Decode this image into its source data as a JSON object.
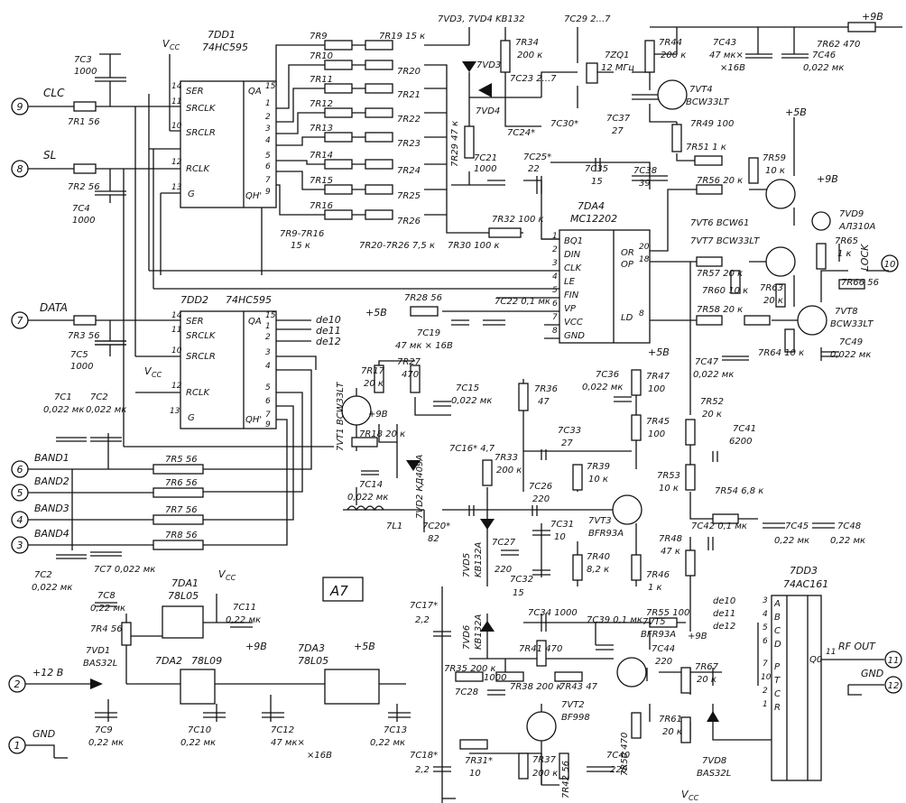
{
  "title": "A7",
  "connectors": [
    {
      "num": "9",
      "name": "CLC"
    },
    {
      "num": "8",
      "name": "SL"
    },
    {
      "num": "7",
      "name": "DATA"
    },
    {
      "num": "6",
      "name": "BAND1"
    },
    {
      "num": "5",
      "name": "BAND2"
    },
    {
      "num": "4",
      "name": "BAND3"
    },
    {
      "num": "3",
      "name": "BAND4"
    },
    {
      "num": "2",
      "name": "+12 В"
    },
    {
      "num": "1",
      "name": "GND"
    },
    {
      "num": "10",
      "name": "LOCK"
    },
    {
      "num": "11",
      "name": "RF OUT"
    },
    {
      "num": "12",
      "name": "GND"
    }
  ],
  "ics": {
    "dd1": {
      "ref": "7DD1",
      "type": "74HC595",
      "pins_left": [
        "SER",
        "SRCLK",
        "SRCLR",
        "RCLK",
        "G"
      ],
      "pin_nums_left": [
        "14",
        "11",
        "10",
        "12",
        "13"
      ],
      "pins_right": [
        "QA",
        "QH'"
      ],
      "pin_nums_right": [
        "15",
        "1",
        "2",
        "3",
        "4",
        "5",
        "6",
        "7",
        "9"
      ]
    },
    "dd2": {
      "ref": "7DD2",
      "type": "74HC595",
      "pins_left": [
        "SER",
        "SRCLK",
        "SRCLR",
        "RCLK",
        "G"
      ],
      "pin_nums_left": [
        "14",
        "11",
        "10",
        "12",
        "13"
      ],
      "pins_right": [
        "QA",
        "QH'"
      ],
      "pin_nums_right": [
        "15",
        "1",
        "2",
        "3",
        "4",
        "5",
        "6",
        "7",
        "9"
      ]
    },
    "da4": {
      "ref": "7DA4",
      "type": "MC12202",
      "pins_left": [
        "BQ1",
        "DIN",
        "CLK",
        "LE",
        "FIN",
        "VP",
        "VCC",
        "GND"
      ],
      "pin_nums_left": [
        "1",
        "2",
        "3",
        "4",
        "5",
        "6",
        "7",
        "8"
      ],
      "pins_right": [
        "OR",
        "OP",
        "LD"
      ],
      "pin_nums_right": [
        "20",
        "18",
        "8"
      ]
    },
    "dd3": {
      "ref": "7DD3",
      "type": "74AC161",
      "pins_left": [
        "A",
        "B",
        "C",
        "D",
        "P",
        "T",
        "C",
        "R"
      ],
      "pin_nums_left": [
        "3",
        "4",
        "5",
        "6",
        "7",
        "10",
        "2",
        "1"
      ],
      "pins_right": [
        "Q0"
      ],
      "pin_nums_right": [
        "11"
      ]
    }
  },
  "regulators": [
    {
      "ref": "7DA1",
      "type": "78L05"
    },
    {
      "ref": "7DA2",
      "type": "78L09"
    },
    {
      "ref": "7DA3",
      "type": "78L05"
    }
  ],
  "rails": {
    "vcc": "V",
    "vcc_sub": "CC",
    "p9": "+9В",
    "p5": "+5В"
  },
  "outputs": [
    "de10",
    "de11",
    "de12"
  ],
  "labels": {
    "c3": [
      "7C3",
      "1000"
    ],
    "c4": [
      "7C4",
      "1000"
    ],
    "c5": [
      "7C5",
      "1000"
    ],
    "r1": "7R1 56",
    "r2": "7R2 56",
    "r3": "7R3 56",
    "r5": "7R5 56",
    "r6": "7R6 56",
    "r7": "7R7 56",
    "r8": "7R8 56",
    "c1": [
      "7C1",
      "0,022 мк"
    ],
    "c2": [
      "7C2",
      "0,022 мк"
    ],
    "c2b": [
      "7C2",
      "0,022 мк"
    ],
    "c7": "7C7 0,022 мк",
    "r9": "7R9",
    "r10": "7R10",
    "r11": "7R11",
    "r12": "7R12",
    "r13": "7R13",
    "r14": "7R14",
    "r15": "7R15",
    "r16": "7R16",
    "r19": "7R19 15 к",
    "r20": "7R20",
    "r21": "7R21",
    "r22": "7R22",
    "r23": "7R23",
    "r24": "7R24",
    "r25": "7R25",
    "r26": "7R26",
    "r9_16": [
      "7R9-7R16",
      "15 к"
    ],
    "r20_26": "7R20-7R26 7,5 к",
    "vd3": "7VD3, 7VD4  KB132",
    "vd3b": "7VD3",
    "vd4": "7VD4",
    "r34": [
      "7R34",
      "200 к"
    ],
    "r29": "7R29 47 к",
    "c23": "7C23  2...7",
    "c24": "7C24*",
    "c29": "7C29  2...7",
    "zq1": [
      "7ZQ1",
      "12 МГц"
    ],
    "c30": "7C30*",
    "c37": [
      "7C37",
      "27"
    ],
    "c21": [
      "7C21",
      "1000"
    ],
    "c25": [
      "7C25*",
      "22"
    ],
    "c35": [
      "7C35",
      "15"
    ],
    "c38": [
      "7C38",
      "39"
    ],
    "r32": "7R32 100 к",
    "r30": "7R30 100 к",
    "r44": [
      "7R44",
      "200 к"
    ],
    "vt4": [
      "7VT4",
      "BCW33LT"
    ],
    "r49": "7R49 100",
    "r51": "7R51  1 к",
    "c43": [
      "7C43",
      "47 мк×",
      "×16В"
    ],
    "c46": [
      "7C46",
      "0,022 мк"
    ],
    "r62": "7R62 470",
    "p9top": "+9В",
    "p5a": "+5В",
    "r59": [
      "7R59",
      "10 к"
    ],
    "r56": "7R56 20 к",
    "vt6": "7VT6  BCW61",
    "vt7": "7VT7  BCW33LT",
    "r57": "7R57 20 к",
    "r60": "7R60 10 к",
    "r63": [
      "7R63",
      "20 к"
    ],
    "r58": "7R58 20 к",
    "r64": "7R64 10 к",
    "p9b": "+9В",
    "vd9": [
      "7VD9",
      "АЛ310А"
    ],
    "r65": [
      "7R65",
      "1 к"
    ],
    "r66": "7R66 56",
    "vt8": [
      "7VT8",
      "BCW33LT"
    ],
    "c49": [
      "7C49",
      "0,022 мк"
    ],
    "c47": [
      "7C47",
      "0,022 мк"
    ],
    "r28": "7R28 56",
    "c22": "7C22 0,1 мк",
    "c19": [
      "7C19",
      "47 мк × 16В"
    ],
    "p5b": "+5В",
    "r17": [
      "7R17",
      "20 к"
    ],
    "r27": [
      "7R27",
      "470"
    ],
    "vt1": "7VT1  BCW33LT",
    "p9c": "+9В",
    "r18": "7R18 20 к",
    "c15": [
      "7C15",
      "0,022 мк"
    ],
    "c14": [
      "7C14",
      "0,022 мк"
    ],
    "vd2": "7VD2  КД409А",
    "l1": "7L1",
    "c20": [
      "7C20*",
      "82"
    ],
    "c16": "7C16* 4,7",
    "r36": [
      "7R36",
      "47"
    ],
    "c36": "7C36",
    "c36v": "0,022 мк",
    "r47": [
      "7R47",
      "100"
    ],
    "p5c": "+5В",
    "r45": [
      "7R45",
      "100"
    ],
    "c33": [
      "7C33",
      "27"
    ],
    "r33": [
      "7R33",
      "200 к"
    ],
    "c26": [
      "7C26",
      "220"
    ],
    "r39": [
      "7R39",
      "10 к"
    ],
    "vt3": [
      "7VT3",
      "BFR93A"
    ],
    "c31": [
      "7C31",
      "10"
    ],
    "r40": [
      "7R40",
      "8,2 к"
    ],
    "vd5": [
      "7VD5",
      "KB132A"
    ],
    "c27": [
      "7C27",
      "220"
    ],
    "c32": [
      "7C32",
      "15"
    ],
    "r46": [
      "7R46",
      "1 к"
    ],
    "r48": [
      "7R48",
      "47 к"
    ],
    "r52": [
      "7R52",
      "20 к"
    ],
    "c41": [
      "7C41",
      "6200"
    ],
    "r53": [
      "7R53",
      "10 к"
    ],
    "r54": "7R54  6,8 к",
    "c42": "7C42 0,1 мк",
    "c45": [
      "7C45",
      "0,22 мк"
    ],
    "c48": [
      "7C48",
      "0,22 мк"
    ],
    "c17": [
      "7C17*",
      "2,2"
    ],
    "vd6": [
      "7VD6",
      "KB132A"
    ],
    "c34": "7C34  1000",
    "c39": "7C39 0,1 мк",
    "r55": "7R55 100",
    "r41": "7R41 470",
    "vt5": [
      "7VT5",
      "BFR93A"
    ],
    "p9d": "+9В",
    "r35": "7R35 200 к",
    "r38": "7R38 200 к",
    "r43": "7R43 47",
    "c28": [
      "7C28",
      "1000"
    ],
    "c44": [
      "7C44",
      "220"
    ],
    "r67": [
      "7R67",
      "20 к"
    ],
    "vt2": [
      "7VT2",
      "BF998"
    ],
    "r50": "7R50 470",
    "r61": [
      "7R61",
      "20 к"
    ],
    "c18": [
      "7C18*",
      "2,2"
    ],
    "r31": [
      "7R31*",
      "10"
    ],
    "r37": [
      "7R37",
      "200 к"
    ],
    "r42": "7R42 56",
    "c40": [
      "7C40",
      "220"
    ],
    "vd8": [
      "7VD8",
      "BAS32L"
    ],
    "vcc_bot": "V",
    "c8": [
      "7C8",
      "0,22 мк"
    ],
    "r4": "7R4 56",
    "vd1": [
      "7VD1",
      "BAS32L"
    ],
    "c9": [
      "7C9",
      "0,22 мк"
    ],
    "c10": [
      "7C10",
      "0,22 мк"
    ],
    "c11": [
      "7C11",
      "0,22 мк"
    ],
    "c12": [
      "7C12",
      "47 мк×",
      "×16В"
    ],
    "c13": [
      "7C13",
      "0,22 мк"
    ],
    "reg_p9": "+9В",
    "reg_p5": "+5В"
  }
}
